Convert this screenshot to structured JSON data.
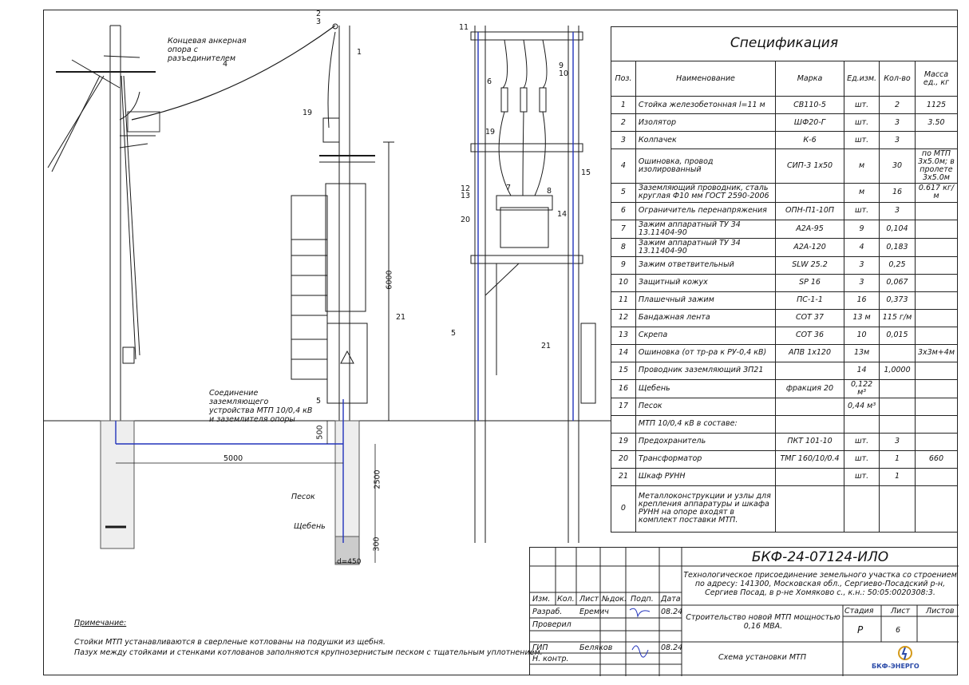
{
  "spec": {
    "title": "Спецификация",
    "headers": [
      "Поз.",
      "Наименование",
      "Марка",
      "Ед.изм.",
      "Кол-во",
      "Масса ед., кг"
    ],
    "rows": [
      [
        "1",
        "Стойка железобетонная l=11 м",
        "СВ110-5",
        "шт.",
        "2",
        "1125"
      ],
      [
        "2",
        "Изолятор",
        "ШФ20-Г",
        "шт.",
        "3",
        "3.50"
      ],
      [
        "3",
        "Колпачек",
        "К-6",
        "шт.",
        "3",
        ""
      ],
      [
        "4",
        "Ошиновка, провод изолированный",
        "СИП-3 1х50",
        "м",
        "30",
        "по МТП 3х5.0м; в пролете 3х5.0м"
      ],
      [
        "5",
        "Заземляющий проводник, сталь круглая Ф10 мм ГОСТ 2590-2006",
        "",
        "м",
        "16",
        "0.617 кг/м"
      ],
      [
        "6",
        "Ограничитель перенапряжения",
        "ОПН-П1-10П",
        "шт.",
        "3",
        ""
      ],
      [
        "7",
        "Зажим аппаратный ТУ 34 13.11404-90",
        "А2А-95",
        "9",
        "0,104",
        ""
      ],
      [
        "8",
        "Зажим аппаратный ТУ 34 13.11404-90",
        "А2А-120",
        "4",
        "0,183",
        ""
      ],
      [
        "9",
        "Зажим ответвительный",
        "SLW 25.2",
        "3",
        "0,25",
        ""
      ],
      [
        "10",
        "Защитный кожух",
        "SP 16",
        "3",
        "0,067",
        ""
      ],
      [
        "11",
        "Плашечный зажим",
        "ПС-1-1",
        "16",
        "0,373",
        ""
      ],
      [
        "12",
        "Бандажная лента",
        "СОТ 37",
        "13 м",
        "115 г/м",
        ""
      ],
      [
        "13",
        "Скрепа",
        "СОТ 36",
        "10",
        "0,015",
        ""
      ],
      [
        "14",
        "Ошиновка (от тр-ра к РУ-0,4 кВ)",
        "АПВ 1х120",
        "13м",
        "",
        "3х3м+4м"
      ],
      [
        "15",
        "Проводник заземляющий ЗП21",
        "",
        "14",
        "1,0000",
        ""
      ],
      [
        "16",
        "Щебень",
        "фракция 20",
        "0,122 м³",
        "",
        ""
      ],
      [
        "17",
        "Песок",
        "",
        "0,44 м³",
        "",
        ""
      ],
      [
        "",
        "МТП 10/0,4 кВ в составе:",
        "",
        "",
        "",
        ""
      ],
      [
        "19",
        "Предохранитель",
        "ПКТ 101-10",
        "шт.",
        "3",
        ""
      ],
      [
        "20",
        "Трансформатор",
        "ТМГ 160/10/0.4",
        "шт.",
        "1",
        "660"
      ],
      [
        "21",
        "Шкаф РУНН",
        "",
        "шт.",
        "1",
        ""
      ],
      [
        "0",
        "Металлоконструкции и узлы для крепления аппаратуры и шкафа РУНН на опоре входят в комплект поставки МТП.",
        "",
        "",
        "",
        ""
      ]
    ]
  },
  "titleblock": {
    "code": "БКФ-24-07124-ИЛО",
    "description": "Технологическое присоединение земельного участка со строением по адресу: 141300, Московская обл., Сергиево-Посадский р-н, Сергиев Посад, в р-не Хомяково с., к.н.: 50:05:0020308:3.",
    "project": "Строительство новой МТП мощностью 0,16 МВА.",
    "sheet_name": "Схема установки МТП",
    "col_headers": [
      "Изм.",
      "Кол.",
      "Лист",
      "№док.",
      "Подп.",
      "Дата"
    ],
    "stage_label": "Стадия",
    "sheet_label": "Лист",
    "sheets_label": "Листов",
    "stage": "Р",
    "sheet": "6",
    "roles": [
      {
        "role": "Разраб.",
        "name": "Еремич",
        "date": "08.24"
      },
      {
        "role": "Проверил",
        "name": "",
        "date": ""
      },
      {
        "role": "",
        "name": "",
        "date": ""
      },
      {
        "role": "ГИП",
        "name": "Беляков",
        "date": "08.24"
      },
      {
        "role": "Н. контр.",
        "name": "",
        "date": ""
      }
    ],
    "logo_text": "БКФ-ЭНЕРГО"
  },
  "notes": {
    "heading": "Примечание:",
    "line1": "Стойки МТП устанавливаются в сверленые котлованы на подушки из щебня.",
    "line2": "Пазух между стойками и стенками котлованов заполняются крупнозернистым песком с тщательным уплотнением."
  },
  "labels": {
    "anchor_pole": "Концевая анкерная опора с разъединителем",
    "ground_conn": "Соединение заземляющего устройства МТП 10/0,4 кВ и заземлителя опоры",
    "sand": "Песок",
    "gravel": "Щебень",
    "dim_5000": "5000",
    "dim_500": "500",
    "dim_2500": "2500",
    "dim_300": "300",
    "dim_6000": "6000",
    "dim_d450": "d=450"
  },
  "callouts": {
    "left": [
      "2",
      "3",
      "1",
      "4",
      "19",
      "21",
      "5"
    ],
    "right": [
      "11",
      "9",
      "10",
      "6",
      "19",
      "15",
      "12",
      "13",
      "7",
      "8",
      "20",
      "14",
      "5",
      "21"
    ]
  },
  "colors": {
    "line": "#1a1a1a",
    "ground": "#2233bb",
    "hatch": "#888888"
  }
}
